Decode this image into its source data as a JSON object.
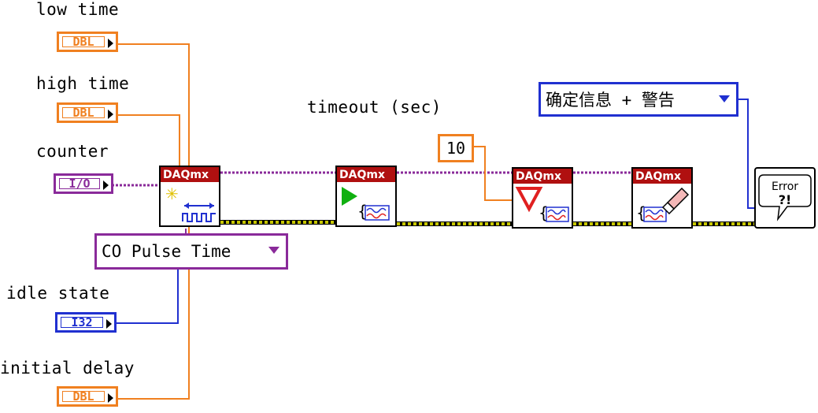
{
  "labels": {
    "low_time": "low time",
    "high_time": "high time",
    "counter": "counter",
    "timeout": "timeout (sec)",
    "idle_state": "idle state",
    "initial_delay": "initial delay"
  },
  "terminals": {
    "low_time": "DBL",
    "high_time": "DBL",
    "counter": "I/O",
    "idle_state": "I32",
    "initial_delay": "DBL"
  },
  "constants": {
    "timeout_value": "10"
  },
  "rings": {
    "channel_type": "CO Pulse Time",
    "error_handler_type": "确定信息 + 警告"
  },
  "vis": {
    "create_channel": "DAQmx",
    "start_task": "DAQmx",
    "wait_until_done": "DAQmx",
    "clear_task": "DAQmx",
    "error_handler": "Error"
  },
  "colors": {
    "double_wire": "#f08020",
    "io_wire": "#8a2a9a",
    "int_wire": "#2030d0",
    "error_wire": "#c8c800",
    "daqmx_header": "#b01010"
  }
}
